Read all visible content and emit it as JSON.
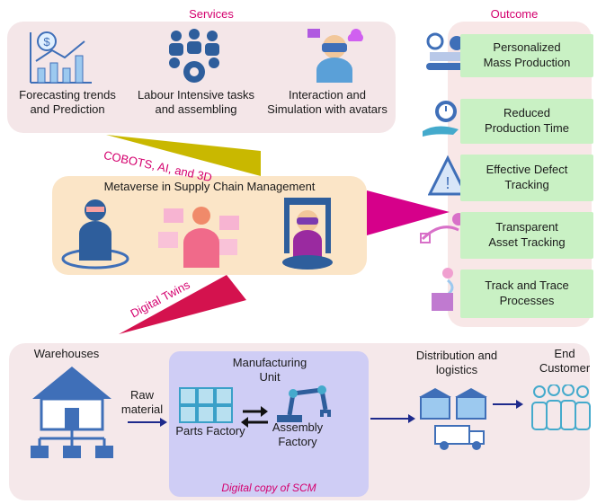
{
  "services": {
    "title": "Services",
    "items": [
      {
        "label_line1": "Forecasting trends",
        "label_line2": "and Prediction",
        "icon": "chart-icon"
      },
      {
        "label_line1": "Labour Intensive tasks",
        "label_line2": "and assembling",
        "icon": "team-gear-icon"
      },
      {
        "label_line1": "Interaction and",
        "label_line2": "Simulation with avatars",
        "icon": "vr-headset-icon"
      }
    ]
  },
  "connector_labels": {
    "cobots": "COBOTS, AI, and 3D",
    "digital_twins": "Digital Twins"
  },
  "metaverse": {
    "title": "Metaverse in Supply Chain Management"
  },
  "outcome": {
    "title": "Outcome",
    "items": [
      {
        "line1": "Personalized",
        "line2": "Mass Production",
        "icon": "robot-conveyor-icon"
      },
      {
        "line1": "Reduced",
        "line2": "Production Time",
        "icon": "hand-clock-icon"
      },
      {
        "line1": "Effective Defect",
        "line2": "Tracking",
        "icon": "warning-box-icon"
      },
      {
        "line1": "Transparent",
        "line2": "Asset Tracking",
        "icon": "route-pin-icon"
      },
      {
        "line1": "Track and Trace",
        "line2": "Processes",
        "icon": "package-route-icon"
      }
    ]
  },
  "scm": {
    "warehouses": "Warehouses",
    "raw_material_line1": "Raw",
    "raw_material_line2": "material",
    "manufacturing_line1": "Manufacturing",
    "manufacturing_line2": "Unit",
    "parts_factory": "Parts Factory",
    "assembly_line1": "Assembly",
    "assembly_line2": "Factory",
    "digital_copy": "Digital copy of SCM",
    "distribution_line1": "Distribution and",
    "distribution_line2": "logistics",
    "end_customer_line1": "End",
    "end_customer_line2": "Customer"
  },
  "colors": {
    "cobots_wedge": "#c9b800",
    "outcome_wedge": "#d6008a",
    "digital_wedge": "#d4124e",
    "accent_blue": "#3f6fb8",
    "teal": "#44aacc"
  }
}
